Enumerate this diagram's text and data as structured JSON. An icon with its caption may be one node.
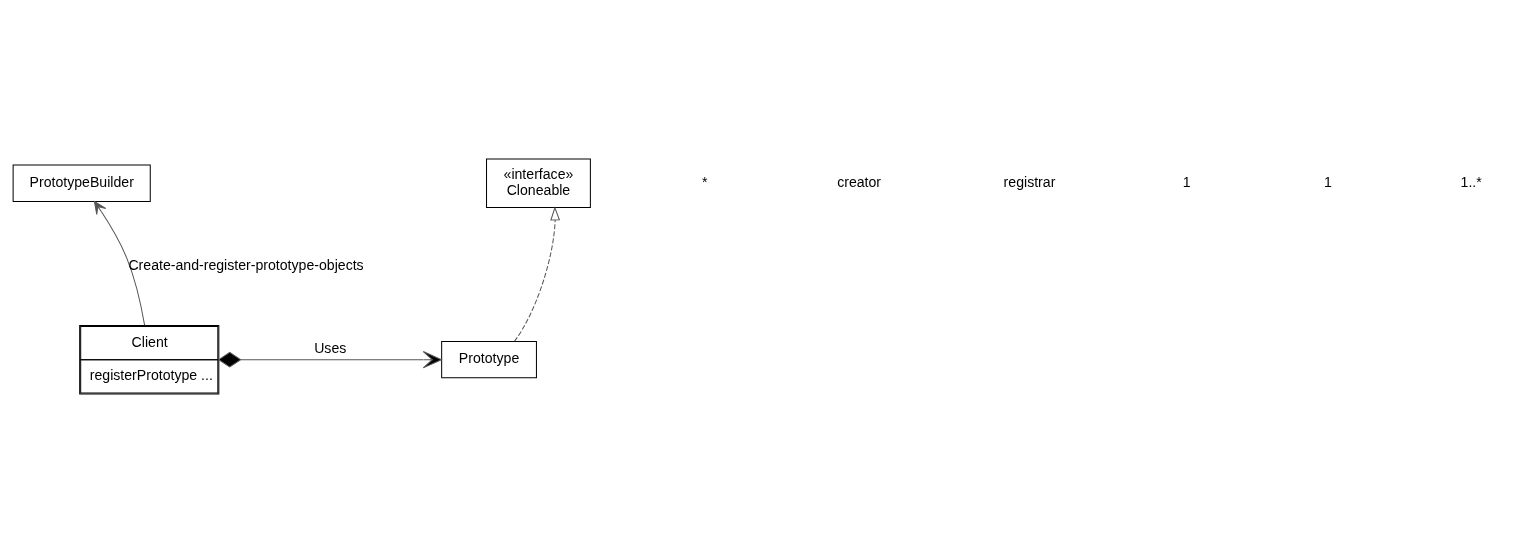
{
  "diagram": {
    "nodes": [
      {
        "text": [
          "PrototypeBuilder"
        ]
      },
      {
        "text": [
          "«interface»",
          "Cloneable"
        ]
      },
      {
        "text": [
          "Client",
          "registerPrototype ..."
        ]
      },
      {
        "text": [
          "Prototype"
        ]
      }
    ],
    "edges": [
      {
        "from": 2,
        "to": 0,
        "arrow": "to",
        "label": "Create-and-register-prototype-objects"
      },
      {
        "from": 2,
        "to": 3,
        "arrow": "to",
        "label": "Uses"
      },
      {
        "from": 3,
        "to": 1,
        "arrow": "to",
        "style": "dashed"
      }
    ],
    "labels": [
      "*",
      "creator",
      "registrar",
      "1",
      "1",
      "1..*"
    ]
  }
}
